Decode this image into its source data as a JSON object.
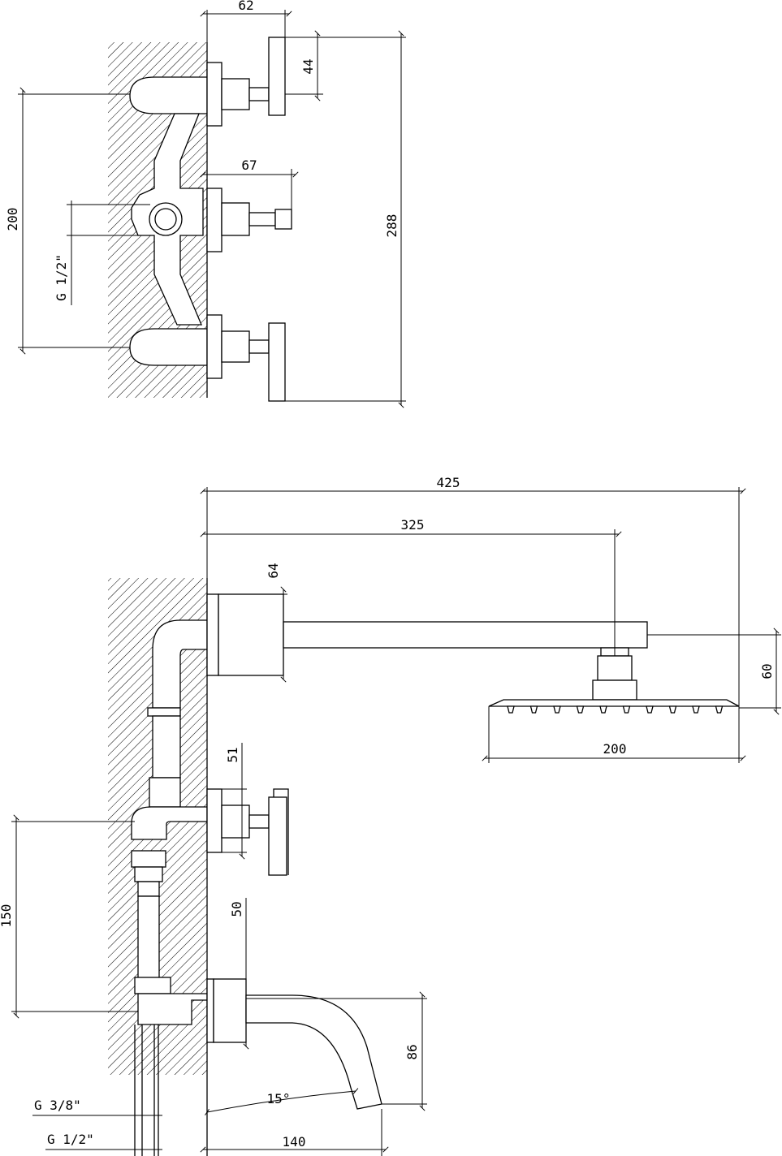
{
  "top_view": {
    "dims": {
      "d62": "62",
      "d44": "44",
      "d67": "67",
      "d200": "200",
      "d288": "288",
      "g12": "G 1/2\""
    }
  },
  "side_view": {
    "dims": {
      "d425": "425",
      "d325": "325",
      "d64": "64",
      "d60": "60",
      "d200": "200",
      "d51": "51",
      "d150": "150",
      "d50": "50",
      "d86": "86",
      "a15": "15°",
      "d140": "140",
      "g38": "G 3/8\"",
      "g12": "G 1/2\""
    }
  }
}
